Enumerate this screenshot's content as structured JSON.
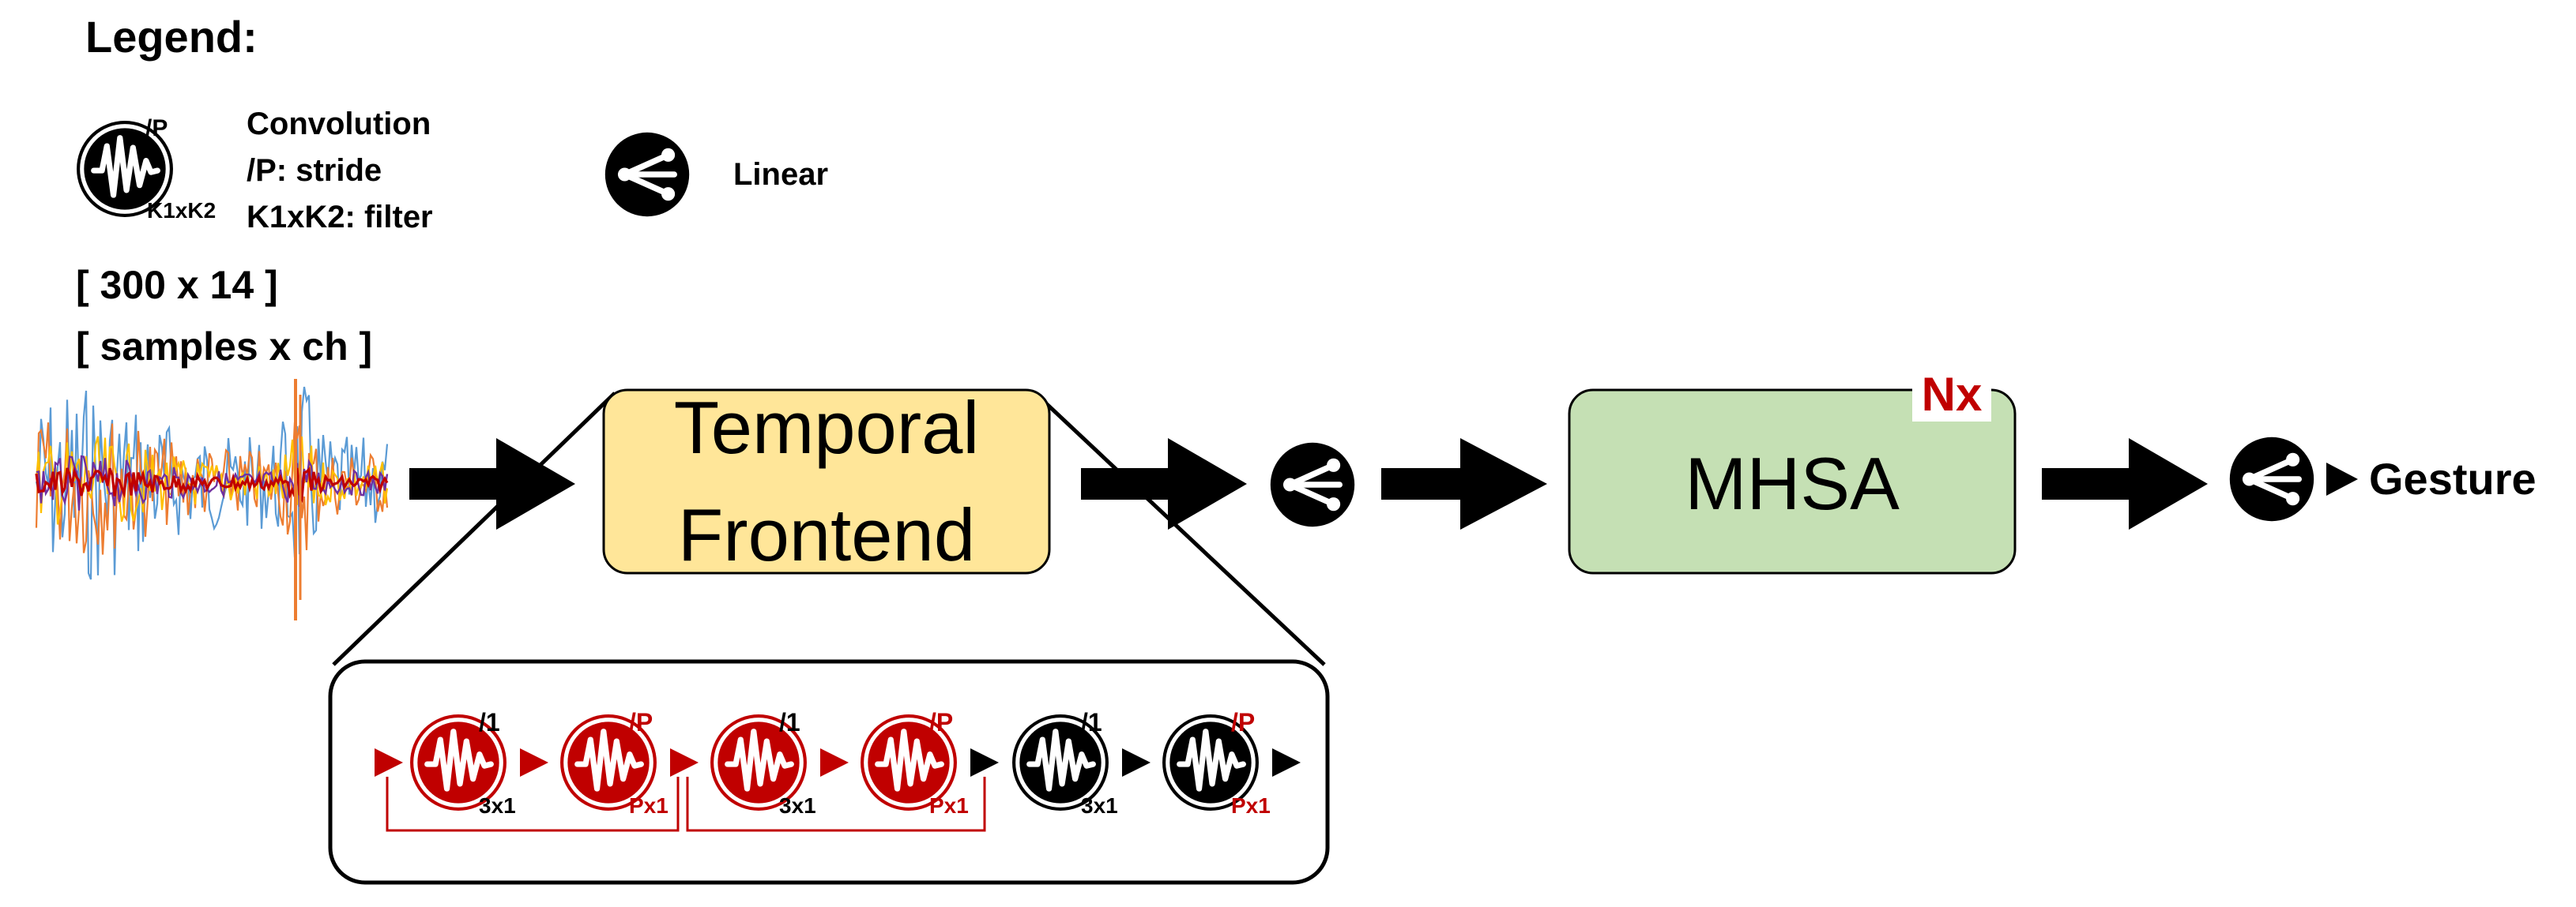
{
  "legend": {
    "title": "Legend:",
    "conv_icon": {
      "icon": "convolution-icon",
      "stride_label": "/P",
      "filter_label": "K1xK2"
    },
    "conv_text": {
      "line1": "Convolution",
      "line2": "/P:  stride",
      "line3": "K1xK2: filter"
    },
    "linear_icon": "linear-icon",
    "linear_text": "Linear"
  },
  "input": {
    "shape": "[ 300 x 14 ]",
    "dims": "[ samples x ch ]",
    "signal_icon": "multichannel-signal-icon"
  },
  "temporal_frontend": {
    "line1": "Temporal",
    "line2": "Frontend",
    "fill": "#FFE699"
  },
  "mhsa": {
    "label": "MHSA",
    "repeat": "Nx",
    "fill": "#C5E0B4"
  },
  "output": {
    "label": "Gesture"
  },
  "frontend_detail": {
    "blocks": [
      {
        "stride": "/1",
        "filter": "3x1",
        "color": "red"
      },
      {
        "stride": "/P",
        "filter": "Px1",
        "color": "red"
      },
      {
        "stride": "/1",
        "filter": "3x1",
        "color": "red"
      },
      {
        "stride": "/P",
        "filter": "Px1",
        "color": "red"
      },
      {
        "stride": "/1",
        "filter": "3x1",
        "color": "black"
      },
      {
        "stride": "/P",
        "filter": "Px1",
        "color": "black"
      }
    ]
  },
  "colors": {
    "accent_red": "#C00000",
    "black": "#000000",
    "temporal_fill": "#FFE699",
    "mhsa_fill": "#C5E0B4"
  }
}
